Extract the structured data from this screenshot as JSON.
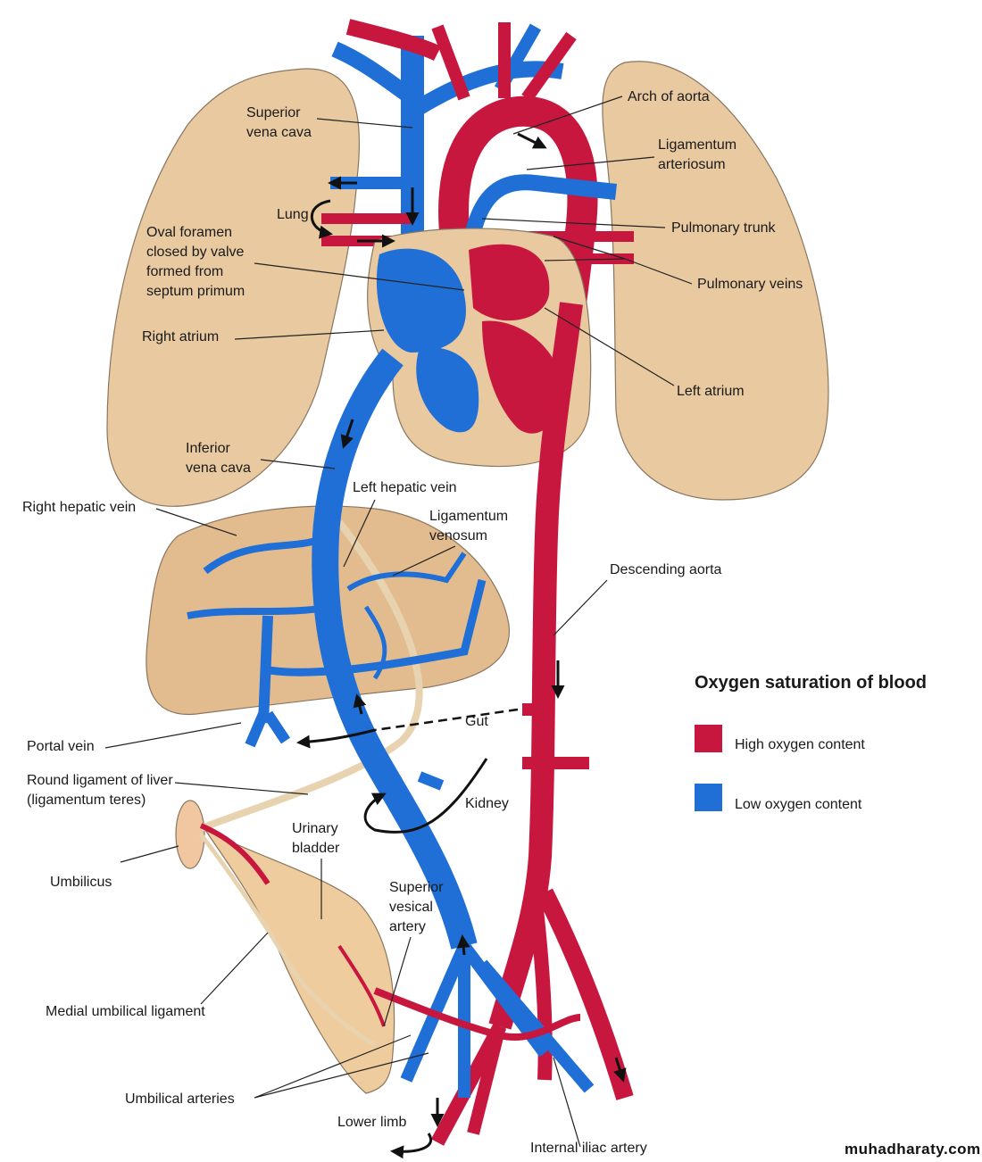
{
  "colors": {
    "oxygenated": "#c8173f",
    "deoxygenated": "#1f6fd6",
    "tissue": "#e8c9a0",
    "leader": "#222222"
  },
  "labels": {
    "superior_vena_cava": "Superior\nvena cava",
    "arch_of_aorta": "Arch of aorta",
    "ligamentum_arteriosum": "Ligamentum\narteriosum",
    "lung": "Lung",
    "pulmonary_trunk": "Pulmonary trunk",
    "oval_foramen": "Oval foramen\nclosed by valve\nformed from\nseptum primum",
    "pulmonary_veins": "Pulmonary veins",
    "right_atrium": "Right atrium",
    "left_atrium": "Left atrium",
    "inferior_vena_cava": "Inferior\nvena cava",
    "left_hepatic_vein": "Left hepatic vein",
    "right_hepatic_vein": "Right hepatic vein",
    "ligamentum_venosum": "Ligamentum\nvenosum",
    "descending_aorta": "Descending aorta",
    "gut": "Gut",
    "portal_vein": "Portal vein",
    "round_ligament": "Round ligament of liver\n(ligamentum teres)",
    "kidney": "Kidney",
    "urinary_bladder": "Urinary\nbladder",
    "umbilicus": "Umbilicus",
    "superior_vesical_artery": "Superior\nvesical\nartery",
    "medial_umbilical_ligament": "Medial umbilical ligament",
    "umbilical_arteries": "Umbilical arteries",
    "lower_limb": "Lower limb",
    "internal_iliac_artery": "Internal iliac artery"
  },
  "legend": {
    "title": "Oxygen saturation of blood",
    "items": [
      {
        "label": "High oxygen content",
        "color": "#c8173f"
      },
      {
        "label": "Low oxygen content",
        "color": "#1f6fd6"
      }
    ]
  },
  "watermark": "muhadharaty.com"
}
